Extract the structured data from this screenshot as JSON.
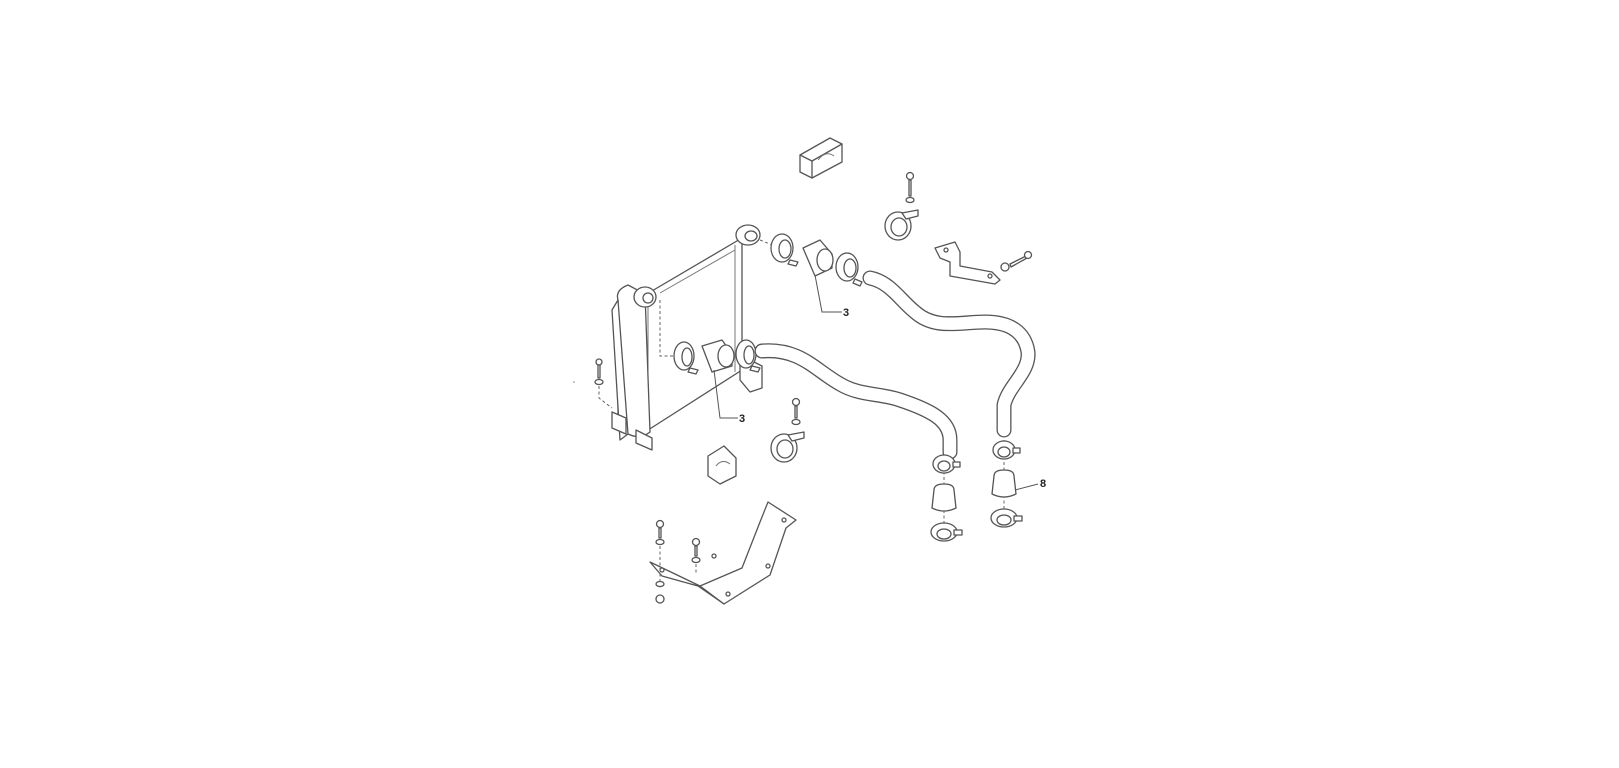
{
  "callouts": {
    "upper_sleeve": "3",
    "lower_sleeve": "3",
    "right_connector": "8"
  },
  "colors": {
    "background": "#ffffff",
    "line": "#555555",
    "callout_text": "#222222"
  }
}
